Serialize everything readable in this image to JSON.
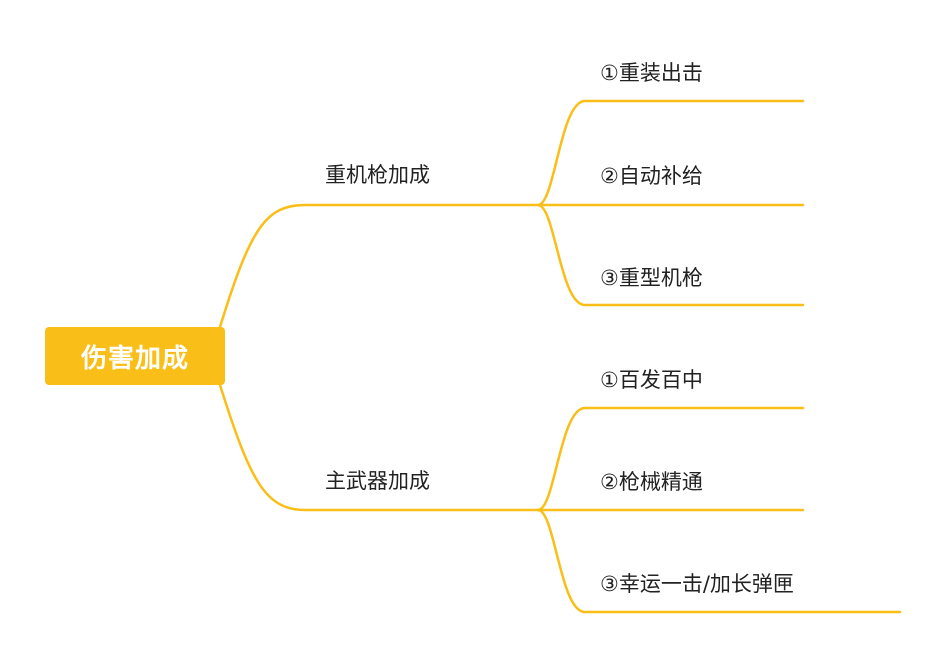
{
  "colors": {
    "branch": "#f9be17",
    "root_background": "#f9be17",
    "root_text": "#ffffff",
    "text": "#222222"
  },
  "root": {
    "label": "伤害加成"
  },
  "branches": [
    {
      "label": "重机枪加成",
      "children": [
        {
          "label": "①重装出击"
        },
        {
          "label": "②自动补给"
        },
        {
          "label": "③重型机枪"
        }
      ]
    },
    {
      "label": "主武器加成",
      "children": [
        {
          "label": "①百发百中"
        },
        {
          "label": "②枪械精通"
        },
        {
          "label": "③幸运一击/加长弹匣"
        }
      ]
    }
  ]
}
